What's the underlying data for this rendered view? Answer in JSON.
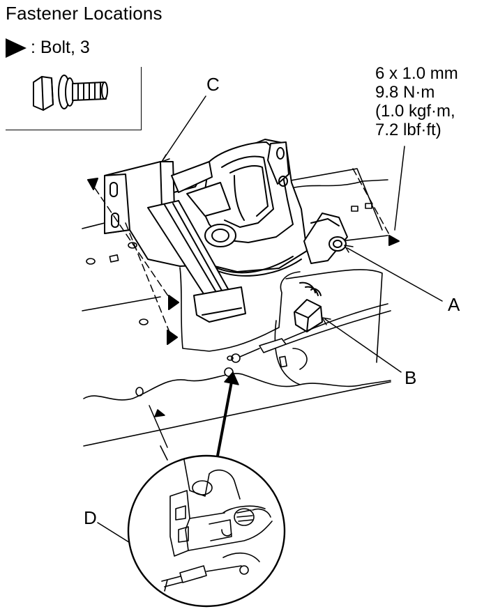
{
  "title": "Fastener Locations",
  "legend": {
    "symbol": "bolt-marker-icon",
    "text": ": Bolt, 3"
  },
  "bolt_spec": {
    "line1": "6 x 1.0 mm",
    "line2": "9.8 N·m",
    "line3": "(1.0 kgf·m,",
    "line4": "7.2 lbf·ft)"
  },
  "callouts": {
    "a": "A",
    "b": "B",
    "c": "C",
    "d": "D"
  }
}
